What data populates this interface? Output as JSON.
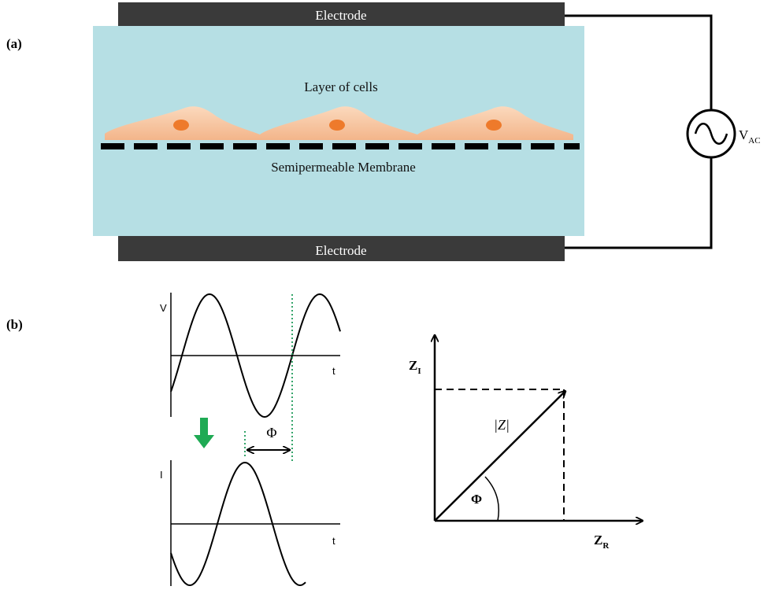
{
  "panel_a": {
    "label": "(a)",
    "top_electrode": "Electrode",
    "bottom_electrode": "Electrode",
    "cells_label": "Layer of cells",
    "membrane_label": "Semipermeable Membrane",
    "source_label": "V",
    "source_sub": "AC"
  },
  "panel_b": {
    "label": "(b)",
    "voltage_axis": "V",
    "voltage_time": "t",
    "current_axis": "I",
    "current_time": "t",
    "phase_label": "Φ",
    "imag_axis": "Z",
    "imag_sub": "I",
    "real_axis": "Z",
    "real_sub": "R",
    "magnitude_label": "|Z|",
    "angle_label": "Φ"
  },
  "colors": {
    "electrode": "#3a3a3a",
    "medium": "#b6dfe4",
    "cell": "#f7c7a1",
    "nucleus": "#ee7a2b",
    "arrow_green": "#1faa54",
    "phase_guide": "#1e9b5a"
  }
}
